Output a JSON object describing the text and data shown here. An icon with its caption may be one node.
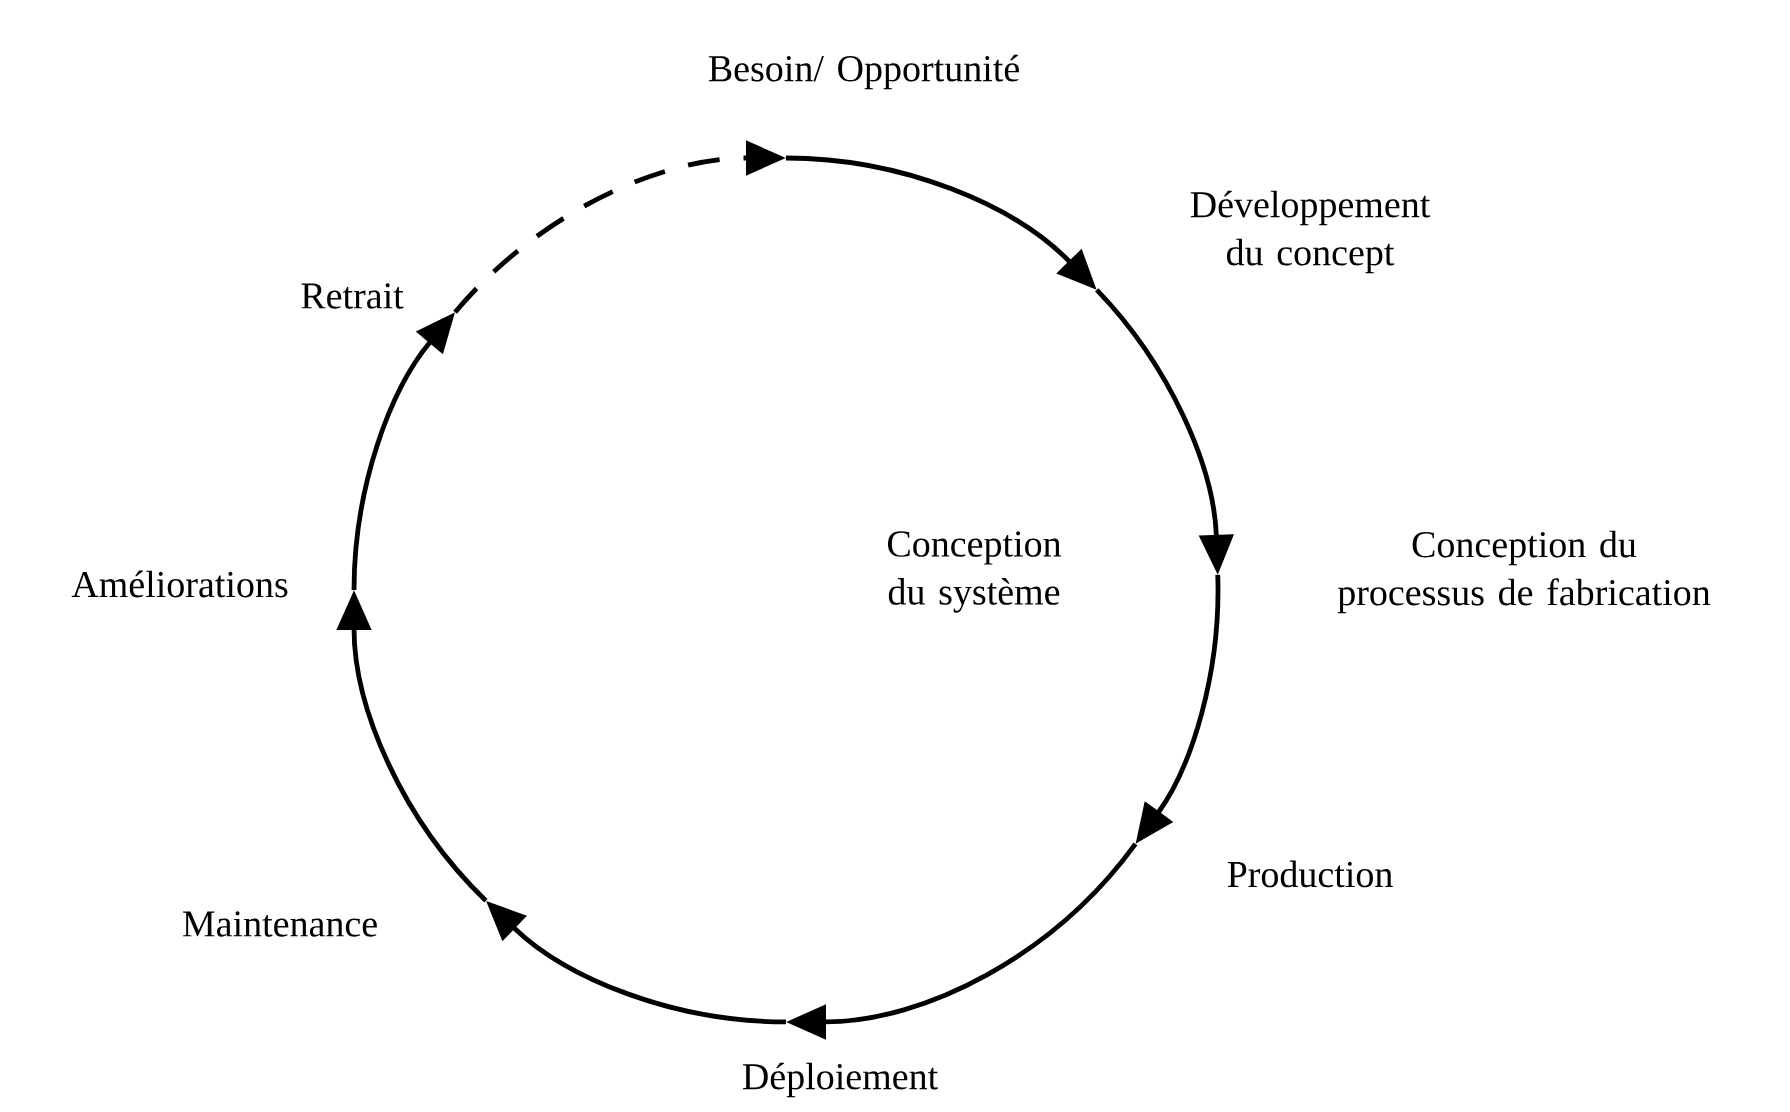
{
  "diagram": {
    "nodes": [
      {
        "text": [
          "Besoin/ Opportunité"
        ]
      },
      {
        "text": [
          "Développement du concept"
        ]
      },
      {
        "text": [
          "Conception du processus de fabrication"
        ]
      },
      {
        "text": [
          "Production"
        ]
      },
      {
        "text": [
          "Déploiement"
        ]
      },
      {
        "text": [
          "Maintenance"
        ]
      },
      {
        "text": [
          "Améliorations"
        ]
      },
      {
        "text": [
          "Retrait"
        ]
      }
    ],
    "edges": [
      {
        "from": 0,
        "to": 1,
        "arrow": "to"
      },
      {
        "from": 1,
        "to": 2,
        "arrow": "to"
      },
      {
        "from": 2,
        "to": 3,
        "arrow": "to"
      },
      {
        "from": 3,
        "to": 4,
        "arrow": "to"
      },
      {
        "from": 4,
        "to": 5,
        "arrow": "to"
      },
      {
        "from": 5,
        "to": 6,
        "arrow": "to"
      },
      {
        "from": 6,
        "to": 7,
        "arrow": "to"
      },
      {
        "from": 7,
        "to": 0,
        "arrow": "to",
        "style": "dashed"
      }
    ],
    "labels": [
      "Conception du système"
    ]
  }
}
